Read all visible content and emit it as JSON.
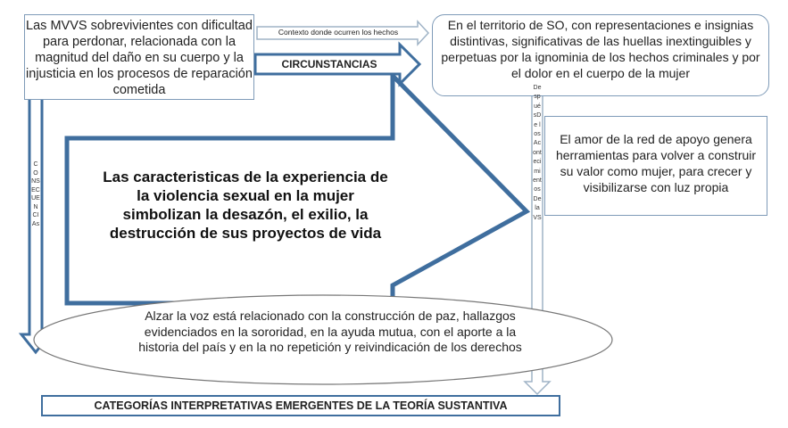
{
  "survivors_box": "Las MVVS sobrevivientes con dificultad para perdonar, relacionada con la magnitud del daño en su cuerpo y la injusticia en los procesos de reparación cometida",
  "context_arrow": "Contexto donde ocurren los hechos",
  "circumstances_arrow": "CIRCUNSTANCIAS",
  "territory_box": "En el territorio de SO, con representaciones e insignias distintivas, significativas de las huellas inextinguibles y perpetuas por la ignominia de los hechos criminales y por el dolor en el cuerpo de la mujer",
  "support_box": "El amor de la red de apoyo genera herramientas para volver a construir su valor como mujer, para crecer y visibilizarse con luz propia",
  "main_arrow": "Las caracteristicas de la experiencia de la violencia sexual en la mujer simbolizan la desazón, el exilio, la destrucción de sus proyectos de vida",
  "consequences_arrow": "CONSECUENCIAs",
  "after_arrow": "DespuésDe losAcontecimientos De laVS",
  "ellipse_text": "Alzar la voz está relacionado con la construcción de paz, hallazgos evidenciados en la sororidad, en la ayuda mutua, con el aporte a la historia del país y en la no repetición y reivindicación de los derechos",
  "footer_box": "CATEGORÍAS INTERPRETATIVAS EMERGENTES DE LA TEORÍA SUSTANTIVA",
  "colors": {
    "accent": "#3f6e9e",
    "border": "#7f9bb8"
  }
}
